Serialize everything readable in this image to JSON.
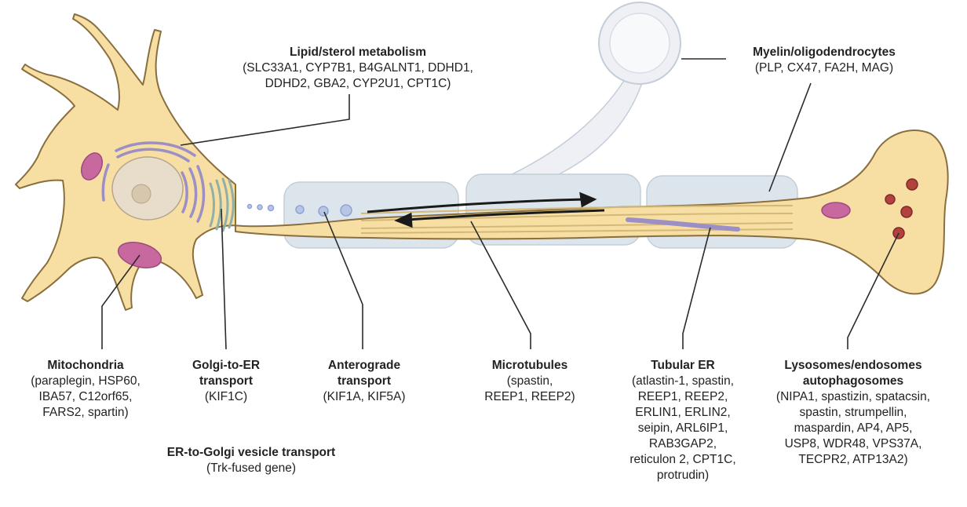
{
  "colors": {
    "cell_fill": "#f7dfa4",
    "cell_stroke": "#8a6f3e",
    "myelin_fill": "#dde5ec",
    "myelin_stroke": "#c4ced8",
    "mitochondria": "#c7699f",
    "golgi": "#9b8fc6",
    "microtubule": "#d4b878",
    "vesicle": "#8fa3d3",
    "lysosome": "#b3423f",
    "nucleus": "#e8dccb",
    "oligodendrocyte": "#e9ecf3",
    "leader_line": "#2b2b2b"
  },
  "labels": {
    "lipid": {
      "title": "Lipid/sterol metabolism",
      "genes": "(SLC33A1, CYP7B1, B4GALNT1, DDHD1,\nDDHD2, GBA2, CYP2U1, CPT1C)"
    },
    "myelin": {
      "title": "Myelin/oligodendrocytes",
      "genes": "(PLP, CX47, FA2H, MAG)"
    },
    "mito": {
      "title": "Mitochondria",
      "genes": "(paraplegin, HSP60,\nIBA57, C12orf65,\nFARS2, spartin)"
    },
    "golgi_er": {
      "title": "Golgi-to-ER\ntransport",
      "genes": "(KIF1C)"
    },
    "er_golgi": {
      "title": "ER-to-Golgi vesicle transport",
      "genes": "(Trk-fused gene)"
    },
    "antero": {
      "title": "Anterograde\ntransport",
      "genes": "(KIF1A, KIF5A)"
    },
    "micro": {
      "title": "Microtubules",
      "genes": "(spastin,\nREEP1, REEP2)"
    },
    "tubular": {
      "title": "Tubular ER",
      "genes": "(atlastin-1, spastin,\nREEP1, REEP2,\nERLIN1, ERLIN2,\nseipin, ARL6IP1,\nRAB3GAP2,\nreticulon 2, CPT1C,\nprotrudin)"
    },
    "lyso": {
      "title": "Lysosomes/endosomes\nautophagosomes",
      "genes": "(NIPA1, spastizin, spatacsin,\nspastin, strumpellin,\nmaspardin, AP4, AP5,\nUSP8, WDR48, VPS37A,\nTECPR2, ATP13A2)"
    }
  }
}
